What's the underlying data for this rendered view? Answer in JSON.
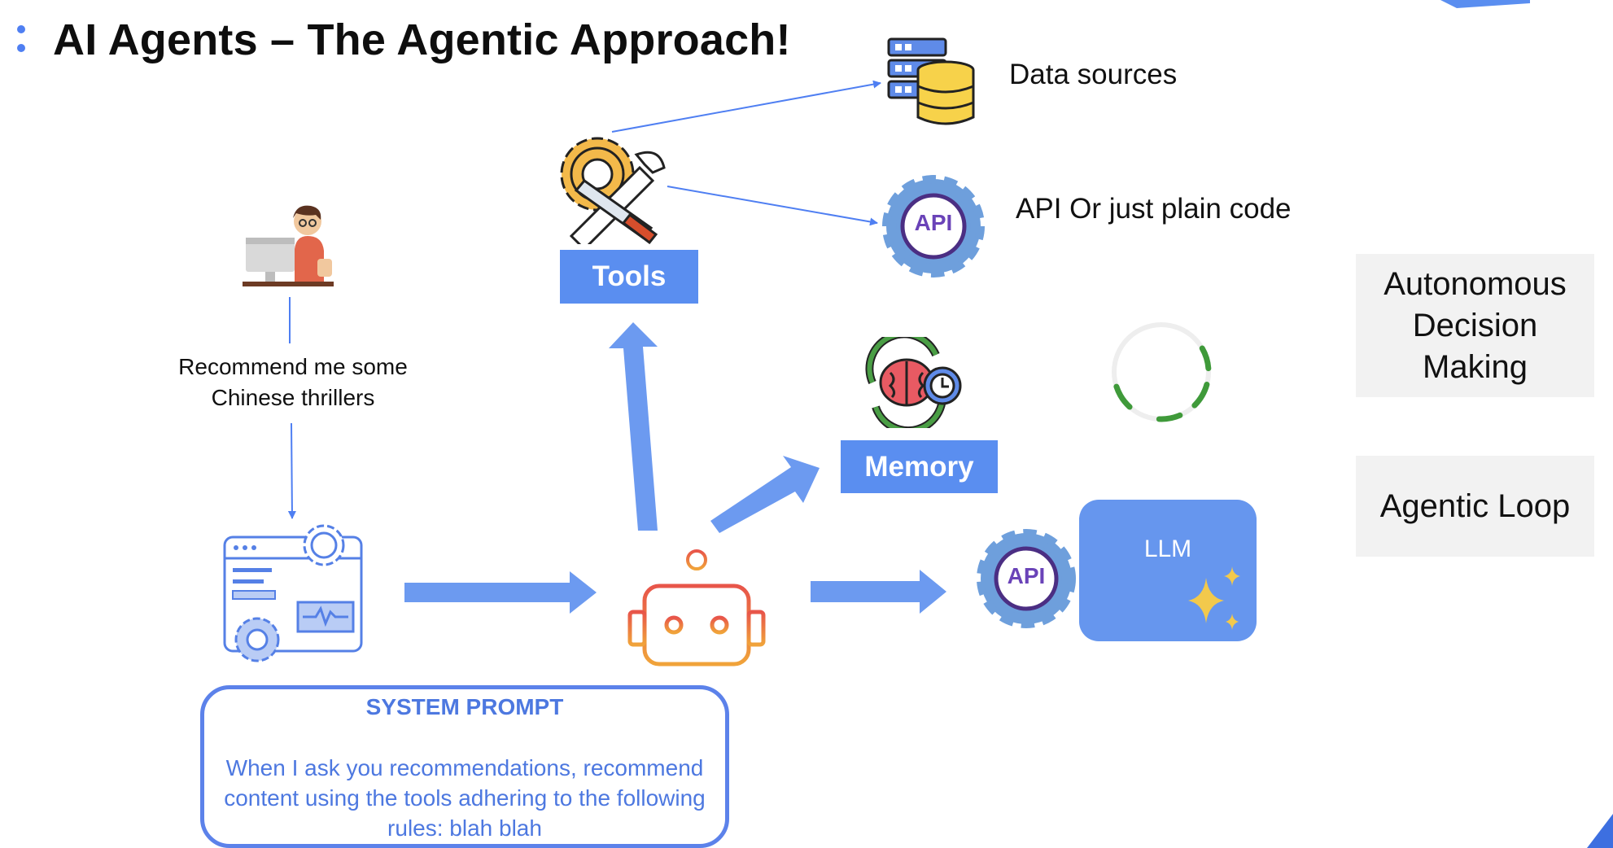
{
  "slide": {
    "title": "AI Agents – The Agentic Approach!"
  },
  "user": {
    "request": "Recommend me some Chinese thrillers"
  },
  "tools": {
    "label": "Tools",
    "data_sources_label": "Data sources",
    "api_label": "API Or just plain code",
    "api_icon_text": "API"
  },
  "memory": {
    "label": "Memory"
  },
  "llm": {
    "label": "LLM",
    "api_icon_text": "API"
  },
  "side_cards": {
    "autonomous": "Autonomous Decision Making",
    "agentic_loop": "Agentic Loop"
  },
  "system_prompt": {
    "title": "SYSTEM PROMPT",
    "body": "When I ask you recommendations, recommend content using the tools adhering to the following rules: blah blah"
  },
  "colors": {
    "accent_blue": "#5a8ef0",
    "arrow_blue": "#6c9af0",
    "prompt_blue": "#4d78e0",
    "robot_orange": "#e8773a",
    "loop_green": "#3f9a3a"
  }
}
